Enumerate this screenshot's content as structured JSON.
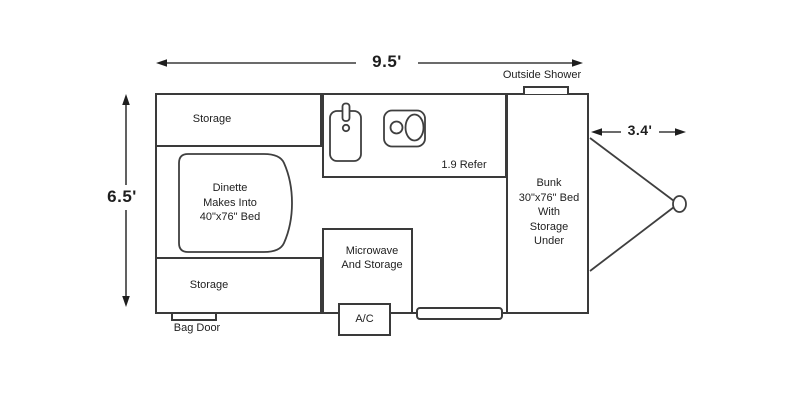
{
  "page": {
    "background": "#ffffff",
    "line_color": "#3a3a3a",
    "text_color": "#1e1e1e",
    "diagram_type": "travel trailer floor plan"
  },
  "dimensions": {
    "overall_length": "9.5'",
    "overall_width": "6.5'",
    "tongue_length": "3.4'"
  },
  "rooms": {
    "storage_top": "Storage",
    "storage_bottom": "Storage",
    "outside_shower": "Outside Shower",
    "bag_door": "Bag Door",
    "refrigerator": "1.9 Refer",
    "ac": "A/C",
    "microwave": [
      "Microwave",
      "And Storage"
    ],
    "dinette": [
      "Dinette",
      "Makes Into",
      "40\"x76\" Bed"
    ],
    "bunk": [
      "Bunk",
      "30\"x76\" Bed",
      "With",
      "Storage",
      "Under"
    ]
  },
  "icons": {
    "sink": "kitchen-sink",
    "stove": "two-burner-stove",
    "hitch": "tongue-hitch-coupler"
  }
}
